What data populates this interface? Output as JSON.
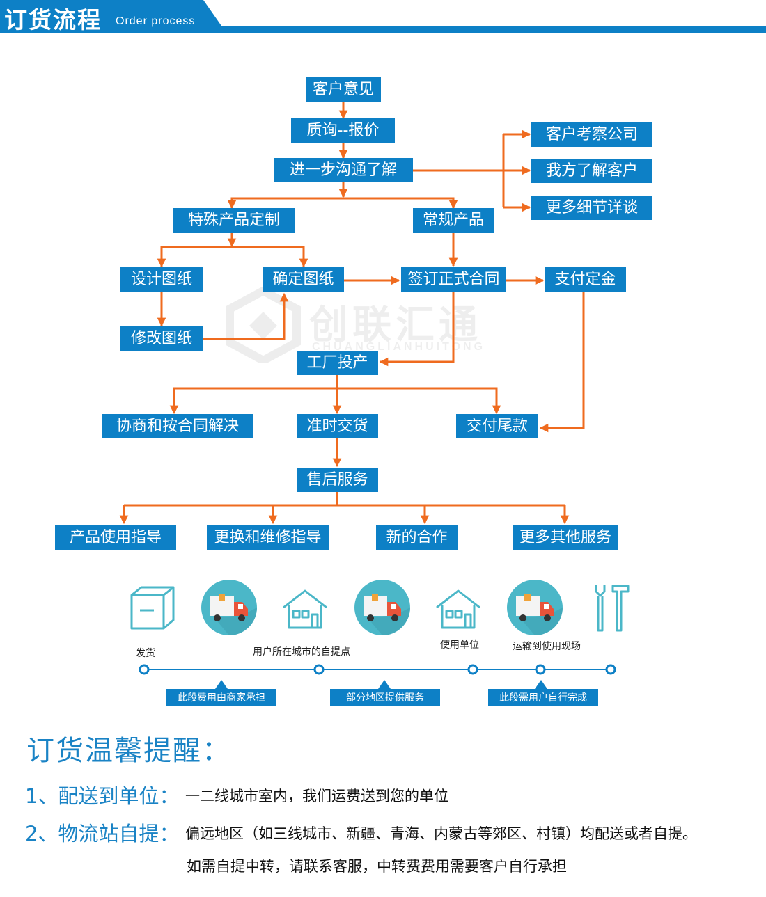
{
  "header": {
    "title": "订货流程",
    "subtitle": "Order process"
  },
  "watermark": {
    "text": "创联汇通",
    "pinyin": "CHUANGLIANHUITONG"
  },
  "flow": {
    "customer_opinion": "客户意见",
    "inquiry_quote": "质询--报价",
    "further_communication": "进一步沟通了解",
    "customer_visit": "客户考察公司",
    "we_understand_customer": "我方了解客户",
    "more_details": "更多细节详谈",
    "custom_product": "特殊产品定制",
    "regular_product": "常规产品",
    "design_drawing": "设计图纸",
    "confirm_drawing": "确定图纸",
    "sign_contract": "签订正式合同",
    "pay_deposit": "支付定金",
    "revise_drawing": "修改图纸",
    "factory_production": "工厂投产",
    "negotiate_contract": "协商和按合同解决",
    "on_time_delivery": "准时交货",
    "pay_balance": "交付尾款",
    "after_sales": "售后服务",
    "usage_guidance": "产品使用指导",
    "replace_repair_guidance": "更换和维修指导",
    "new_cooperation": "新的合作",
    "more_services": "更多其他服务"
  },
  "logistics": {
    "labels": {
      "ship": "发货",
      "city_pickup": "用户所在城市的自提点",
      "user_unit": "使用单位",
      "transport_site": "运输到使用现场"
    },
    "segments": {
      "merchant_pays": "此段费用由商家承担",
      "some_regions": "部分地区提供服务",
      "user_completes": "此段需用户自行完成"
    }
  },
  "tips": {
    "title": "订货温馨提醒：",
    "item1_head": "1、配送到单位：",
    "item1_text": "一二线城市室内，我们运费送到您的单位",
    "item2_head": "2、物流站自提：",
    "item2_text": "偏远地区（如三线城市、新疆、青海、内蒙古等郊区、村镇）均配送或者自提。",
    "item2_text2": "如需自提中转，请联系客服，中转费费用需要客户自行承担"
  },
  "colors": {
    "brand_blue": "#0d80c6",
    "arrow_orange": "#ef6b1f",
    "icon_teal": "#4bb7c8"
  }
}
